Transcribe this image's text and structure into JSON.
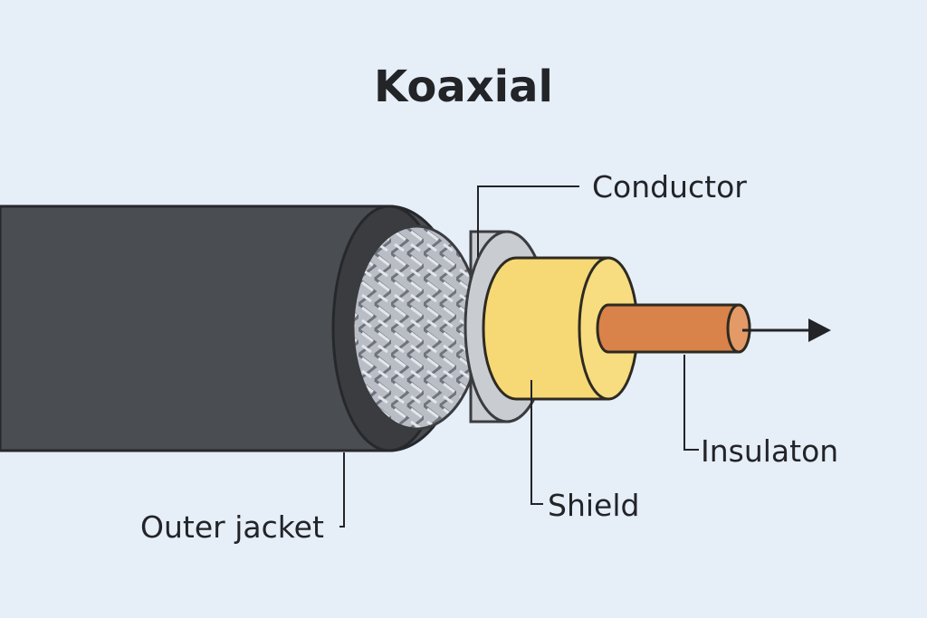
{
  "title": "Koaxial",
  "labels": {
    "conductor": "Conductor",
    "insulation": "Insulaton",
    "shield": "Shield",
    "outer_jacket": "Outer jacket"
  },
  "colors": {
    "background": "#e6eef8",
    "jacket": "#4a4d52",
    "jacket_face": "#3a3c40",
    "braid": "#b9bec6",
    "foil": "#c9ccd1",
    "dielectric": "#f6d874",
    "core": "#d98249",
    "arrow": "#222428"
  }
}
